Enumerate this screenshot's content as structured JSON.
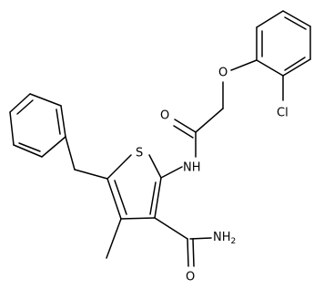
{
  "molecule": {
    "atom_labels": {
      "sulfur": "S",
      "amide_nh": "NH",
      "carbonyl_oxygen_1": "O",
      "ether_oxygen": "O",
      "chlorine": "Cl",
      "carbonyl_oxygen_2": "O",
      "amine_n": "NH",
      "amine_h_subscript": "2"
    },
    "colors": {
      "bond": "#000000",
      "label": "#000000",
      "background": "#ffffff"
    }
  }
}
